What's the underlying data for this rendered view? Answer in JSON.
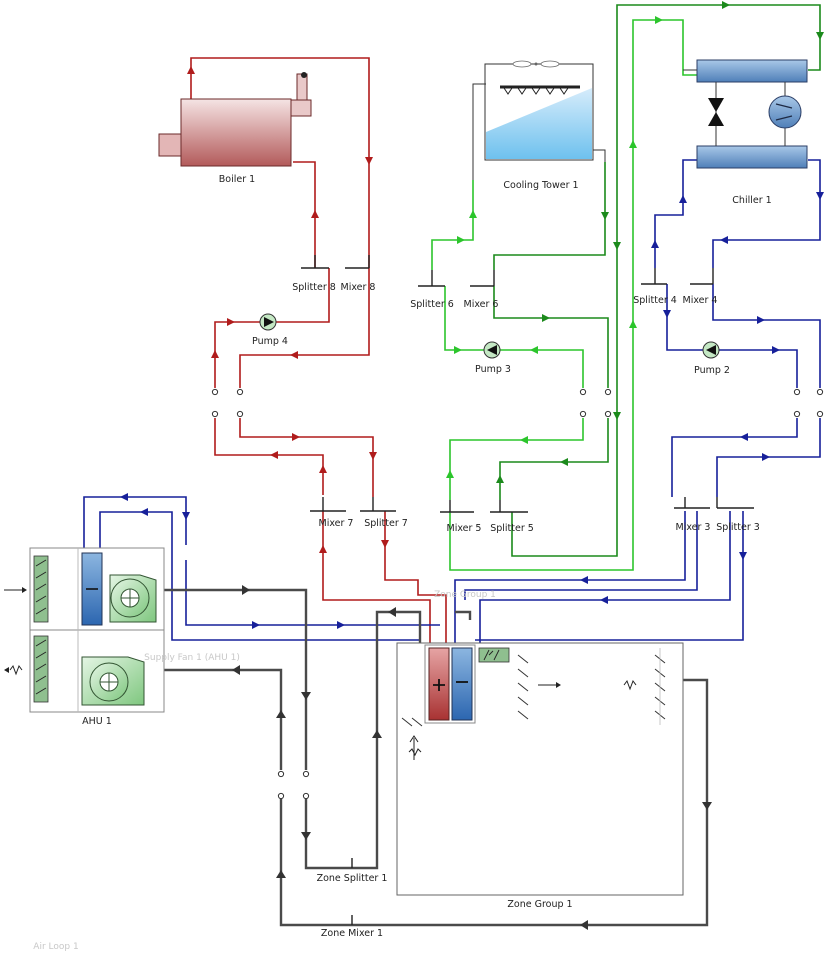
{
  "labels": {
    "boiler": "Boiler 1",
    "cooling_tower": "Cooling Tower 1",
    "chiller": "Chiller 1",
    "splitter8": "Splitter 8",
    "mixer8": "Mixer 8",
    "splitter6": "Splitter 6",
    "mixer6": "Mixer 6",
    "splitter4": "Splitter 4",
    "mixer4": "Mixer 4",
    "pump4": "Pump 4",
    "pump3": "Pump 3",
    "pump2": "Pump 2",
    "mixer7": "Mixer 7",
    "splitter7": "Splitter 7",
    "mixer5": "Mixer 5",
    "splitter5": "Splitter 5",
    "mixer3": "Mixer 3",
    "splitter3": "Splitter 3",
    "ahu": "AHU 1",
    "zone_splitter": "Zone Splitter 1",
    "zone_group": "Zone Group 1",
    "zone_mixer": "Zone Mixer 1"
  },
  "faint_labels": {
    "ahu_inner": "Supply Fan 1 (AHU 1)",
    "zone_inner": "Zone Group 1",
    "bottom_left": "Air Loop 1"
  },
  "icons": {
    "pump": "pump-icon",
    "fan": "fan-icon",
    "compressor": "compressor-icon",
    "expansion_valve": "expansion-valve-icon",
    "heating_coil": "heating-coil-icon",
    "cooling_coil": "cooling-coil-icon",
    "damper": "damper-icon"
  },
  "colors": {
    "hot_water": "#b01c1c",
    "chilled_water": "#17209a",
    "condenser_water_supply": "#2cc52c",
    "condenser_water_return": "#1c8a1c",
    "air": "#4a4a4a"
  }
}
